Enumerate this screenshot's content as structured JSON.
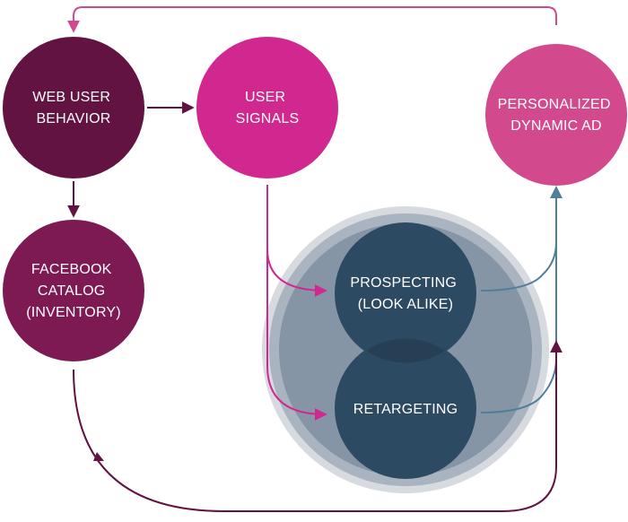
{
  "diagram": {
    "nodes": {
      "web_user_behavior": {
        "lines": [
          "WEB USER",
          "BEHAVIOR"
        ],
        "color": "#621342"
      },
      "user_signals": {
        "lines": [
          "USER",
          "SIGNALS"
        ],
        "color": "#d1288f"
      },
      "personalized_dynamic_ad": {
        "lines": [
          "PERSONALIZED",
          "DYNAMIC AD"
        ],
        "color": "#d24a8d"
      },
      "facebook_catalog": {
        "lines": [
          "FACEBOOK",
          "CATALOG",
          "(INVENTORY)"
        ],
        "color": "#7d1a54"
      },
      "prospecting": {
        "lines": [
          "PROSPECTING",
          "(LOOK ALIKE)"
        ],
        "color": "#2d4a63"
      },
      "retargeting": {
        "lines": [
          "RETARGETING"
        ],
        "color": "#2d4a63"
      }
    },
    "colors": {
      "dark_plum": "#621342",
      "magenta": "#d1288f",
      "plum": "#7d1a54",
      "steel_blue": "#4e7f9b",
      "pink_loop": "#d24a8d",
      "group_outer": "#d7dbe0",
      "group_mid": "#a9b4c0",
      "group_inner": "#8595a6"
    }
  }
}
